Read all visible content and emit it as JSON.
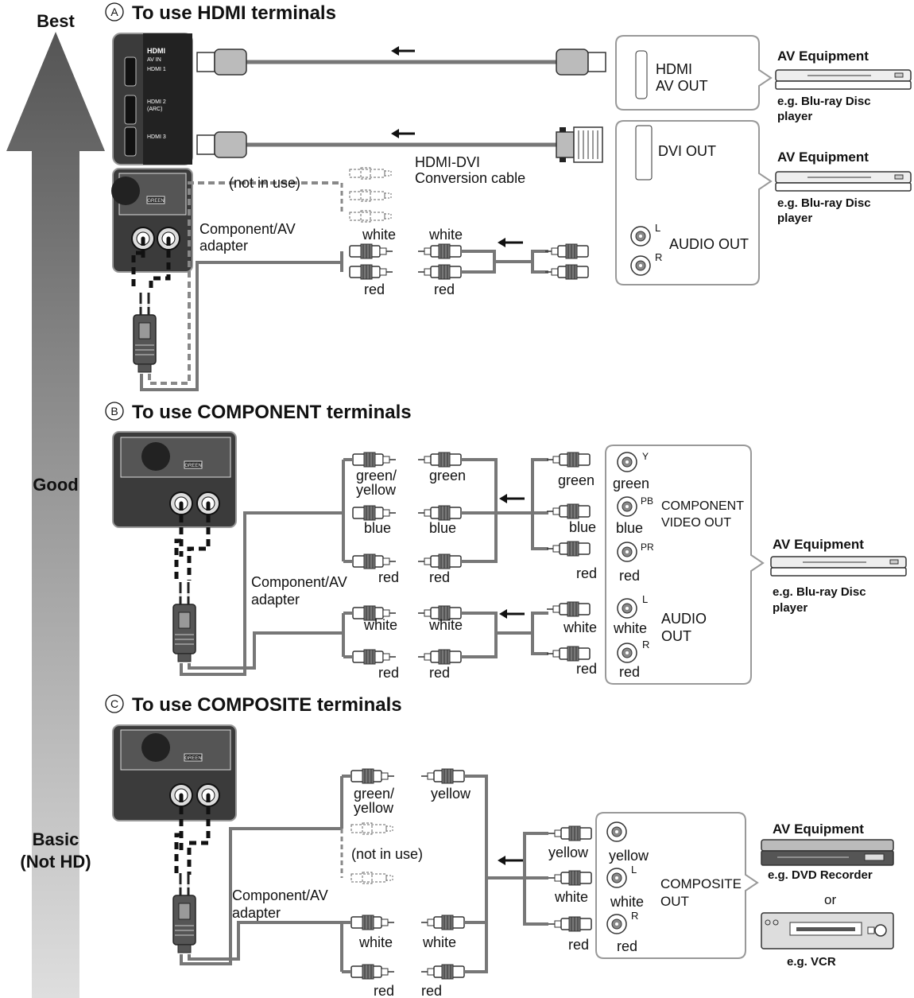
{
  "quality_scale": {
    "best": "Best",
    "good": "Good",
    "basic_line1": "Basic",
    "basic_line2": "(Not HD)"
  },
  "section_a": {
    "marker": "A",
    "title": "To use HDMI terminals",
    "tv_panel": {
      "logo": "HDMI",
      "av_in": "AV IN",
      "hdmi1": "HDMI 1",
      "hdmi2_line1": "HDMI 2",
      "hdmi2_line2": "(ARC)",
      "hdmi3": "HDMI 3",
      "green_tag": "GREEN"
    },
    "hdmi_av_out_line1": "HDMI",
    "hdmi_av_out_line2": "AV OUT",
    "dvi_out": "DVI OUT",
    "audio_out": "AUDIO OUT",
    "audio_l": "L",
    "audio_r": "R",
    "not_in_use": "(not in use)",
    "conversion_line1": "HDMI-DVI",
    "conversion_line2": "Conversion cable",
    "adapter_line1": "Component/AV",
    "adapter_line2": "adapter",
    "plug_labels": [
      "white",
      "white",
      "red",
      "red"
    ],
    "equipment_1": {
      "title": "AV Equipment",
      "example_line1": "e.g. Blu-ray Disc",
      "example_line2": "player"
    },
    "equipment_2": {
      "title": "AV Equipment",
      "example_line1": "e.g. Blu-ray Disc",
      "example_line2": "player"
    }
  },
  "section_b": {
    "marker": "B",
    "title": "To use COMPONENT terminals",
    "green_tag": "GREEN",
    "left_labels": [
      "green/",
      "yellow",
      "blue",
      "red",
      "white",
      "red"
    ],
    "mid_labels": [
      "green",
      "blue",
      "red",
      "white",
      "red"
    ],
    "right_plug_labels": [
      "green",
      "blue",
      "red",
      "white",
      "red"
    ],
    "jack_labels": [
      "green",
      "blue",
      "red",
      "white",
      "red"
    ],
    "jack_subs": [
      "Y",
      "PB",
      "PR",
      "L",
      "R"
    ],
    "component_out_line1": "COMPONENT",
    "component_out_line2": "VIDEO OUT",
    "audio_out_line1": "AUDIO",
    "audio_out_line2": "OUT",
    "adapter_line1": "Component/AV",
    "adapter_line2": "adapter",
    "equipment": {
      "title": "AV Equipment",
      "example_line1": "e.g. Blu-ray Disc",
      "example_line2": "player"
    }
  },
  "section_c": {
    "marker": "C",
    "title": "To use COMPOSITE terminals",
    "green_tag": "GREEN",
    "left_labels": [
      "green/",
      "yellow",
      "(not in use)",
      "white",
      "red"
    ],
    "mid_labels": [
      "yellow",
      "white",
      "red"
    ],
    "right_plug_labels": [
      "yellow",
      "white",
      "red"
    ],
    "jack_labels": [
      "yellow",
      "white",
      "red"
    ],
    "jack_subs": [
      "L",
      "R"
    ],
    "composite_out_line1": "COMPOSITE",
    "composite_out_line2": "OUT",
    "adapter_line1": "Component/AV",
    "adapter_line2": "adapter",
    "equipment_title": "AV Equipment",
    "example_dvd": "e.g. DVD Recorder",
    "or": "or",
    "example_vcr": "e.g. VCR"
  },
  "colors": {
    "cable": "#7a7a7a",
    "panel": "#3a3a3a",
    "arrow_dark": "#5a5a5a",
    "arrow_light": "#d6d6d6"
  }
}
